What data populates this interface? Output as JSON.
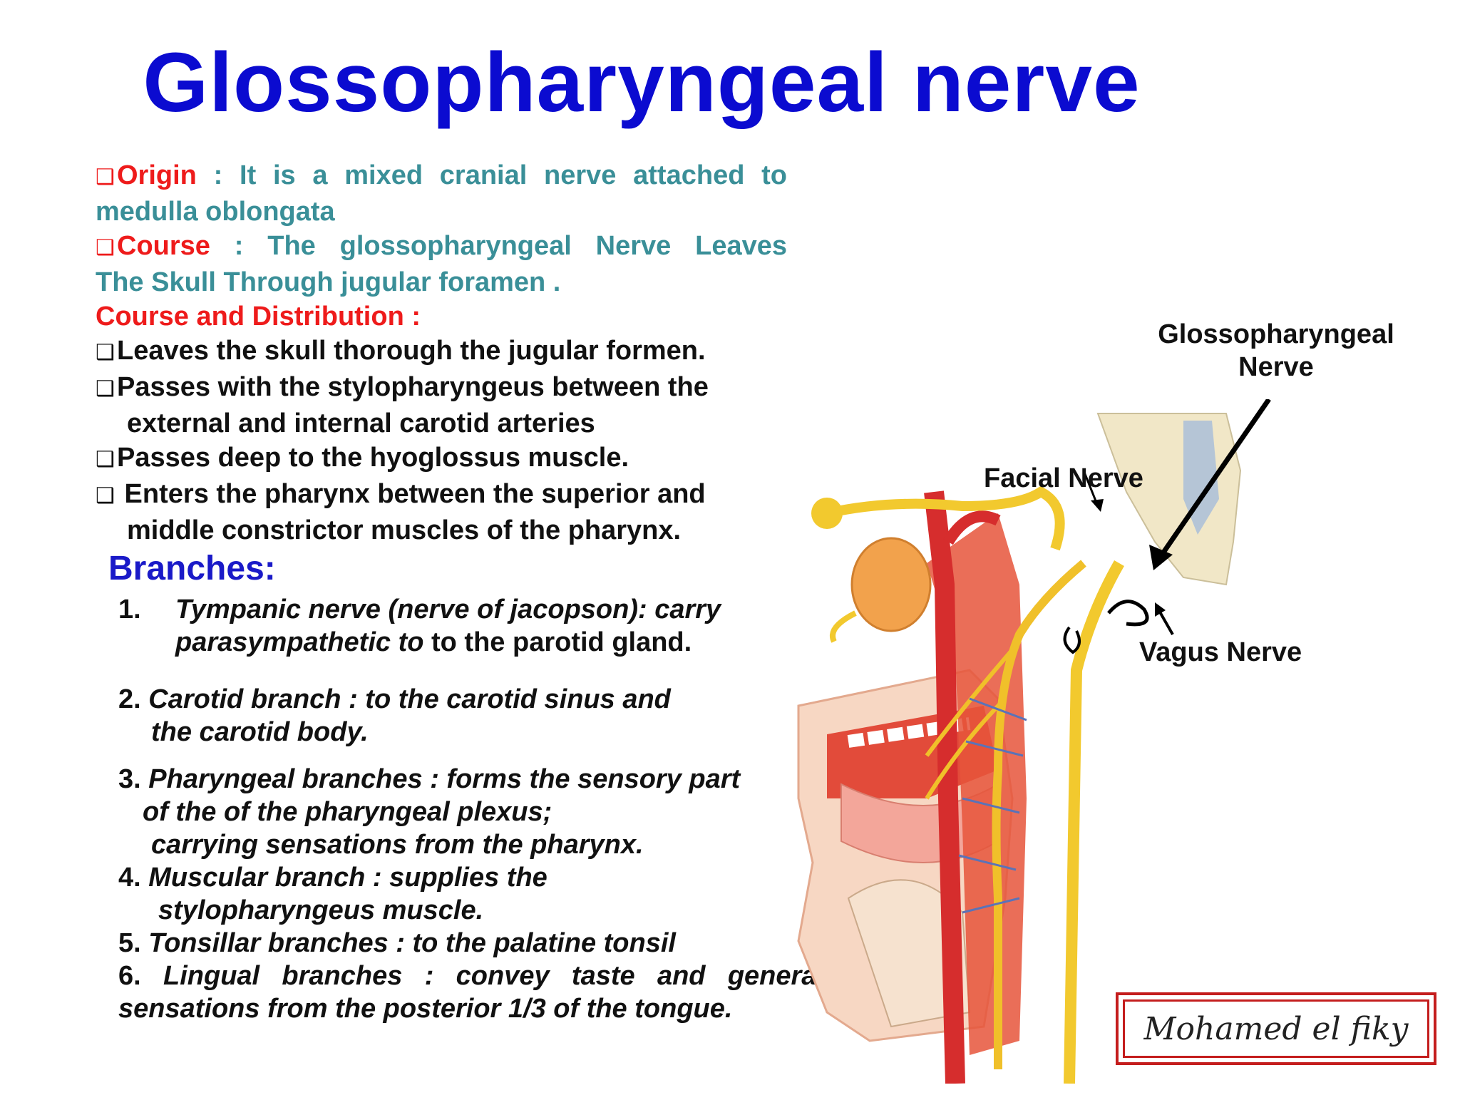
{
  "title": "Glossopharyngeal nerve",
  "intro": {
    "origin_label": "Origin",
    "origin_line1": ": It is a mixed  cranial nerve attached to",
    "origin_line2": "medulla oblongata",
    "course_label": "Course",
    "course_line1": ": The glossopharyngeal  Nerve Leaves",
    "course_line2": "The Skull Through jugular foramen .",
    "distribution_heading": "Course and Distribution :",
    "points": [
      "Leaves the skull thorough the jugular formen.",
      "Passes with the stylopharyngeus between the",
      "external and internal carotid arteries",
      "Passes deep to the hyoglossus muscle.",
      " Enters the pharynx between the superior and",
      "middle constrictor muscles of the pharynx."
    ]
  },
  "branches": {
    "heading": "Branches:",
    "items": [
      {
        "num": "1.",
        "line1": "Tympanic nerve (nerve of jacopson): carry",
        "line2_italic": "parasympathetic to",
        "line2_plain": " to the parotid gland."
      },
      {
        "num": "2.",
        "line1": "Carotid branch : to the carotid sinus and",
        "line2": "the carotid body."
      },
      {
        "num": "3.",
        "line1": "Pharyngeal branches : forms the sensory part",
        "line2": "of the of the pharyngeal plexus;",
        "line3": "carrying sensations from the pharynx."
      },
      {
        "num": "4.",
        "line1": "Muscular branch : supplies the",
        "line2": "stylopharyngeus muscle."
      },
      {
        "num": "5.",
        "line1": "Tonsillar branches : to the palatine tonsil"
      },
      {
        "num": "6.",
        "line1": "Lingual branches : convey taste and general",
        "line2": "sensations from the posterior 1/3 of the tongue."
      }
    ]
  },
  "figure": {
    "label_glosso_1": "Glossopharyngeal",
    "label_glosso_2": "Nerve",
    "label_facial": "Facial Nerve",
    "label_vagus": "Vagus Nerve"
  },
  "signature": "Mohamed el fiky",
  "colors": {
    "title": "#0b0bd0",
    "heading_red": "#ee1b1b",
    "body_teal": "#3a8f98",
    "branches_heading": "#1a1ac8",
    "signature_border": "#c41d1d"
  }
}
